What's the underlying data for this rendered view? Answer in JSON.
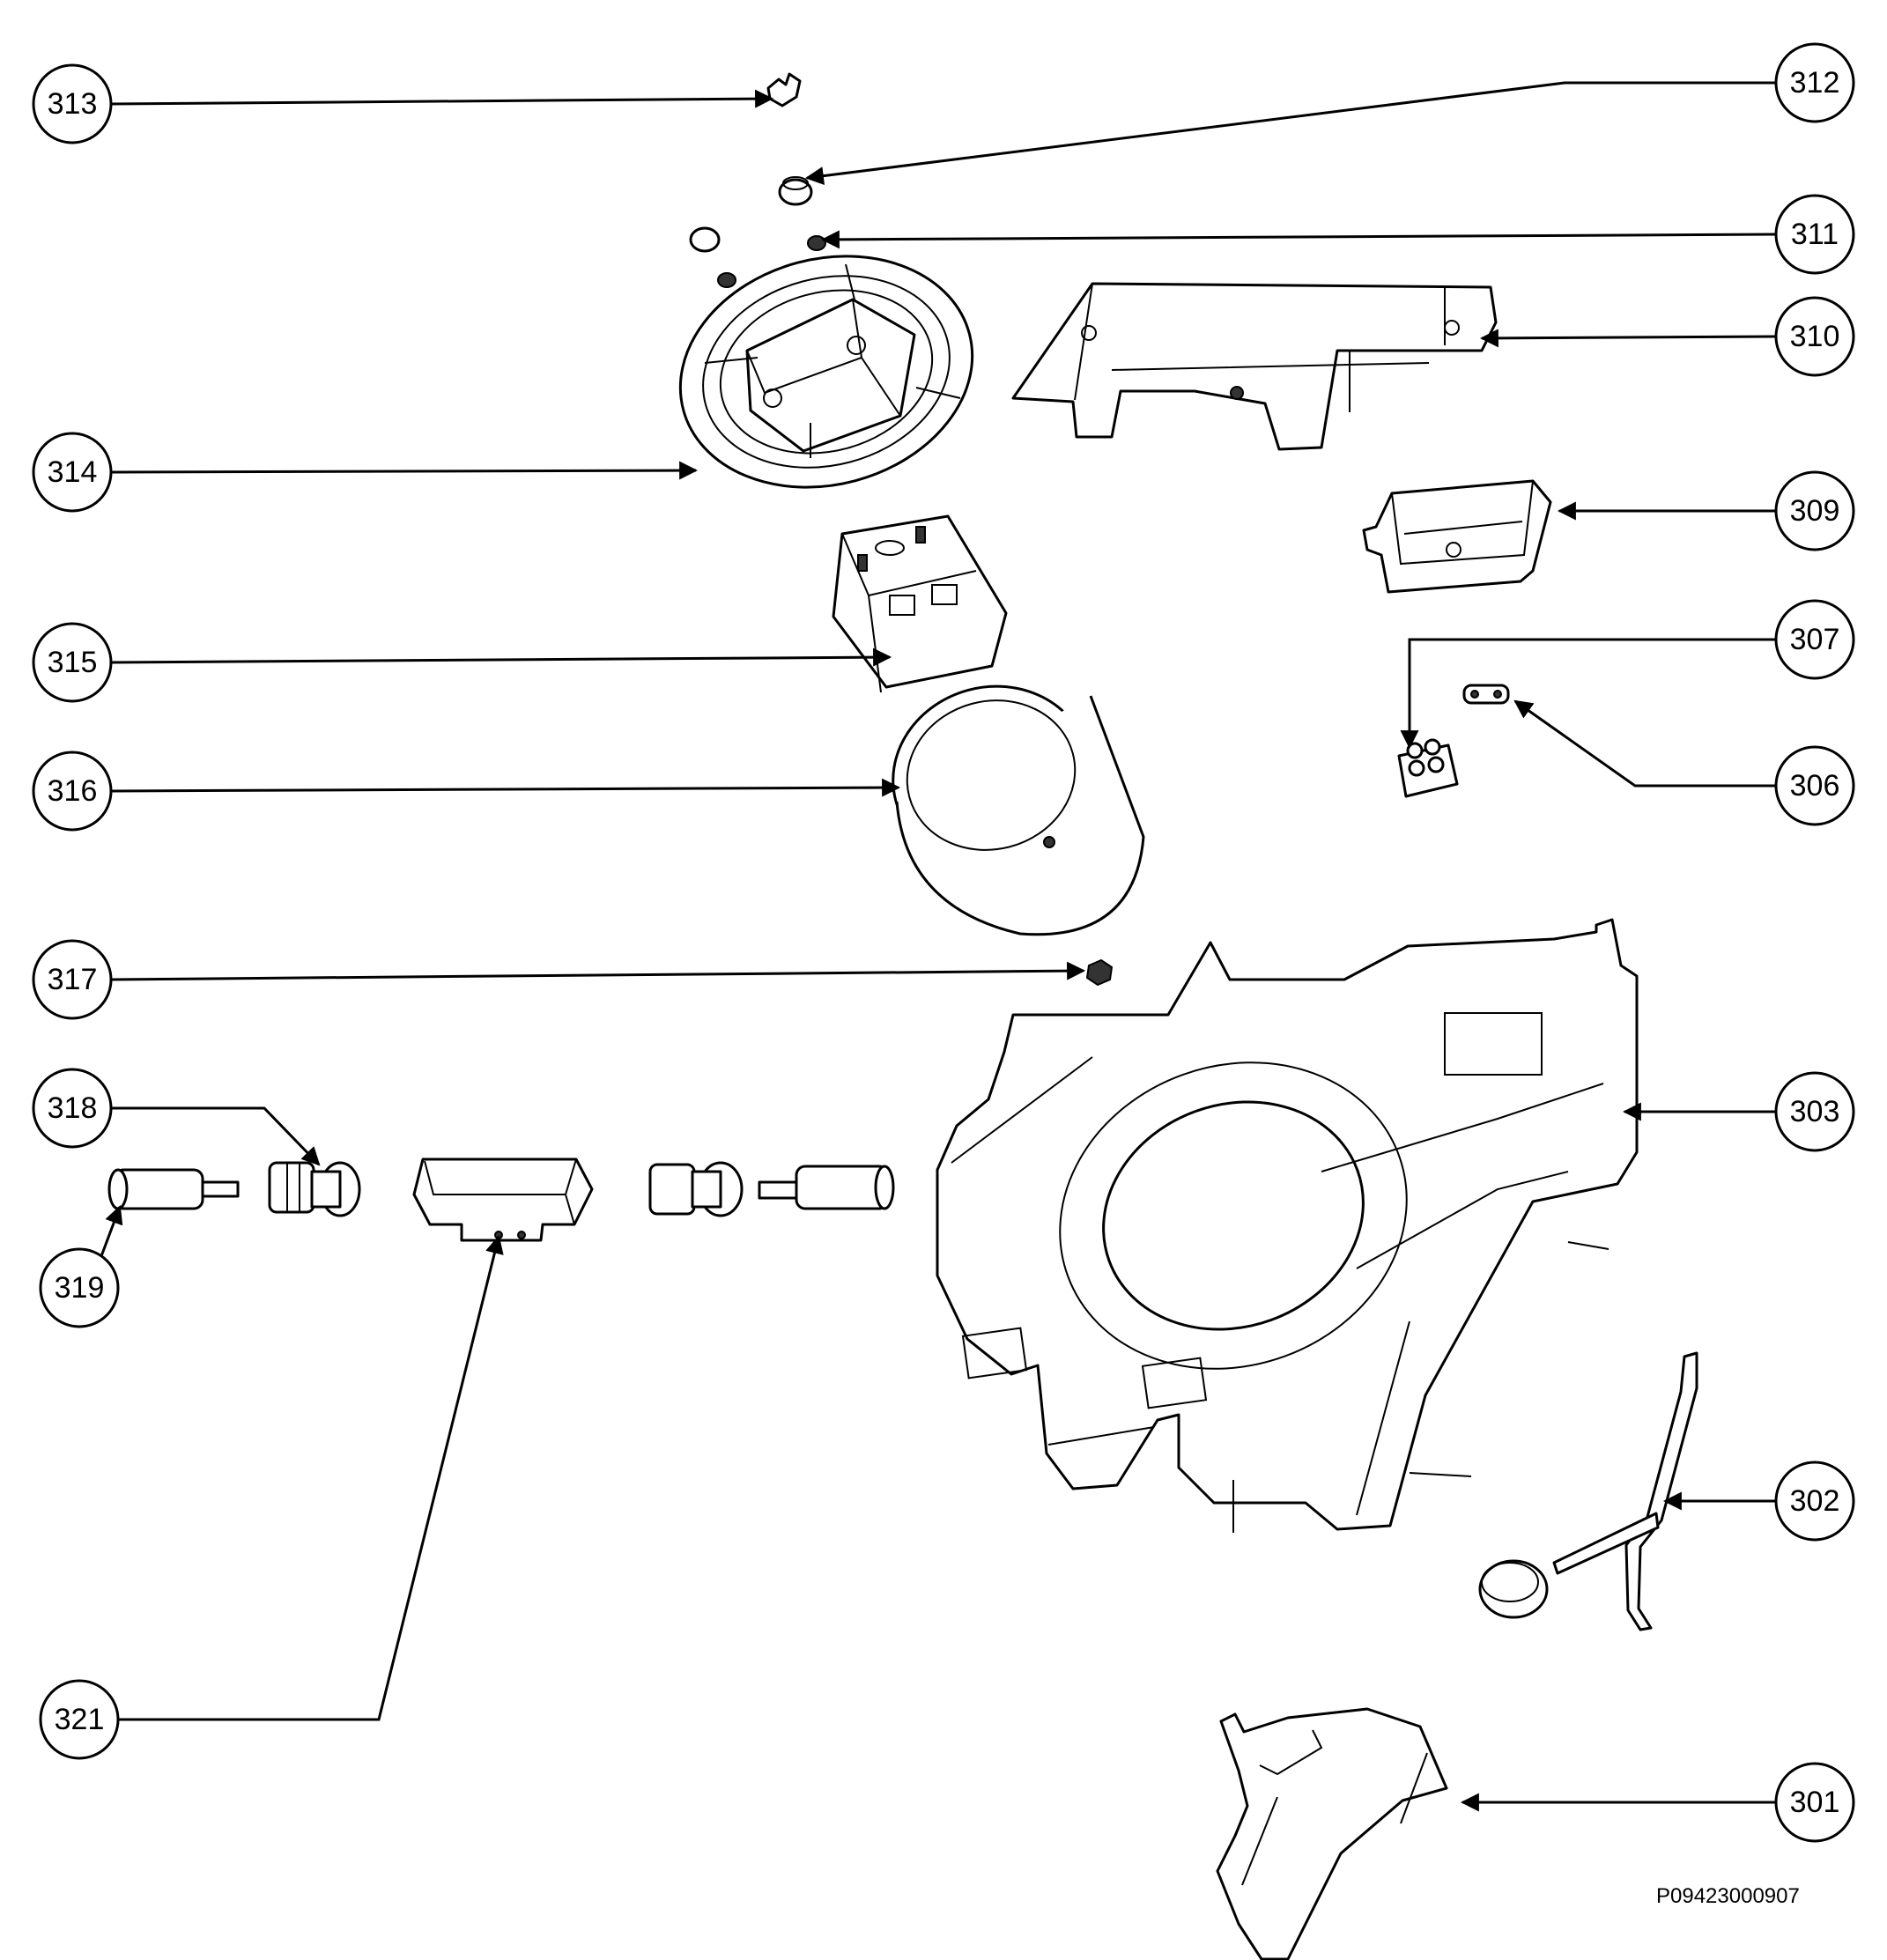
{
  "reference_code": "P09423000907",
  "colors": {
    "line": "#000000",
    "background": "#ffffff"
  },
  "callouts": [
    {
      "id": "313",
      "label": "313"
    },
    {
      "id": "312",
      "label": "312"
    },
    {
      "id": "311",
      "label": "311"
    },
    {
      "id": "310",
      "label": "310"
    },
    {
      "id": "314",
      "label": "314"
    },
    {
      "id": "309",
      "label": "309"
    },
    {
      "id": "315",
      "label": "315"
    },
    {
      "id": "307",
      "label": "307"
    },
    {
      "id": "316",
      "label": "316"
    },
    {
      "id": "306",
      "label": "306"
    },
    {
      "id": "317",
      "label": "317"
    },
    {
      "id": "318",
      "label": "318"
    },
    {
      "id": "303",
      "label": "303"
    },
    {
      "id": "319",
      "label": "319"
    },
    {
      "id": "302",
      "label": "302"
    },
    {
      "id": "321",
      "label": "321"
    },
    {
      "id": "301",
      "label": "301"
    }
  ]
}
